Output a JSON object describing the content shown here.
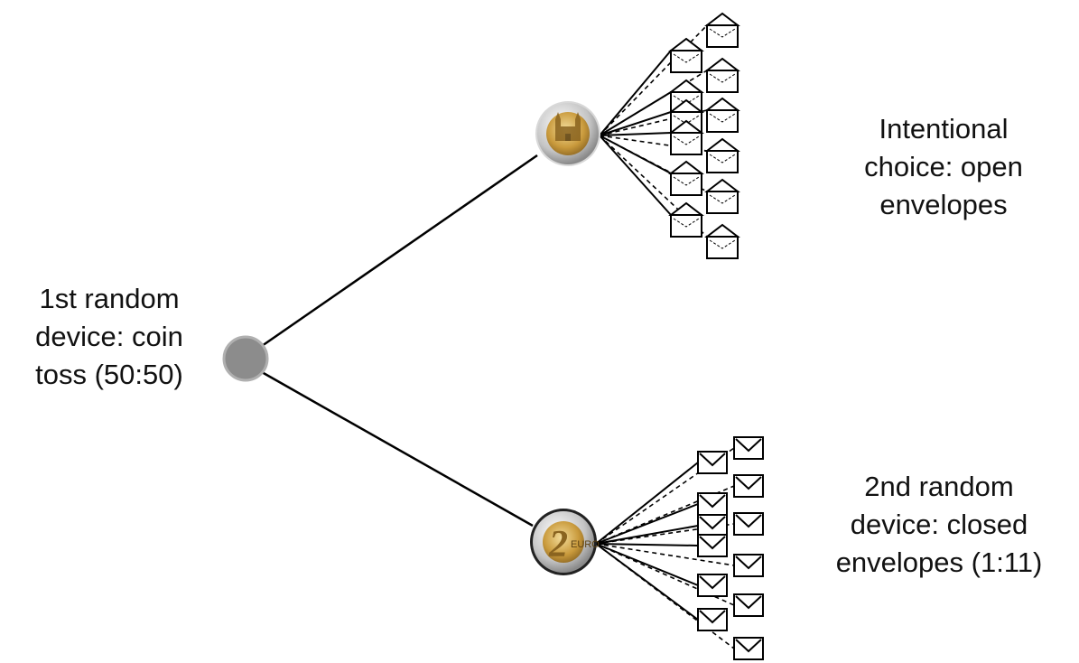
{
  "labels": {
    "root": "1st random\ndevice: coin\ntoss (50:50)",
    "upper": "Intentional\nchoice: open\nenvelopes",
    "lower": "2nd random\ndevice: closed\nenvelopes (1:11)"
  },
  "upper_branch": {
    "icon": "heads-coin-icon",
    "envelope_icon": "open-envelope-icon",
    "envelope_count": 12
  },
  "lower_branch": {
    "icon": "two-euro-coin-icon",
    "envelope_icon": "closed-envelope-icon",
    "envelope_count": 12
  },
  "colors": {
    "root_node": "#8c8c8c",
    "coin_gold": "#d9b45a",
    "coin_silver": "#c8c8c8",
    "line": "#000000"
  }
}
